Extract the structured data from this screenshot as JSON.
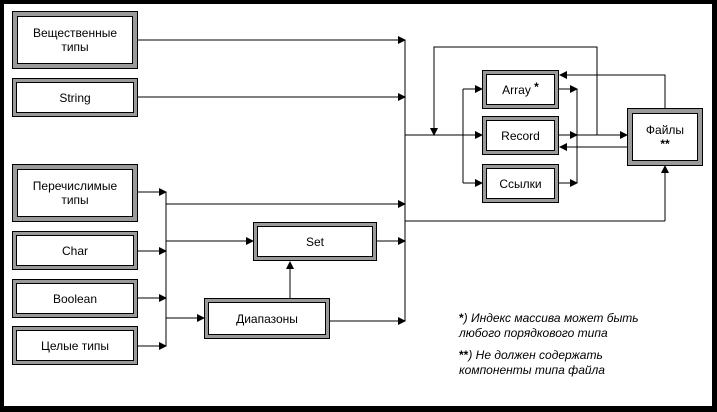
{
  "boxes": {
    "real": "Вещественные\nтипы",
    "string": "String",
    "enum": "Перечислимые\nтипы",
    "char": "Char",
    "boolean": "Boolean",
    "integer": "Целые типы",
    "set": "Set",
    "range": "Диапазоны",
    "array": "Array",
    "array_mark": "*",
    "record": "Record",
    "pointer": "Ссылки",
    "files": "Файлы",
    "files_mark": "**"
  },
  "notes": {
    "mark1": "*",
    "note1_line1": ") Индекс массива может быть",
    "note1_line2": "любого порядкового типа",
    "mark2": "**",
    "note2_line1": ") Не должен содержать",
    "note2_line2": "компоненты типа файла"
  }
}
